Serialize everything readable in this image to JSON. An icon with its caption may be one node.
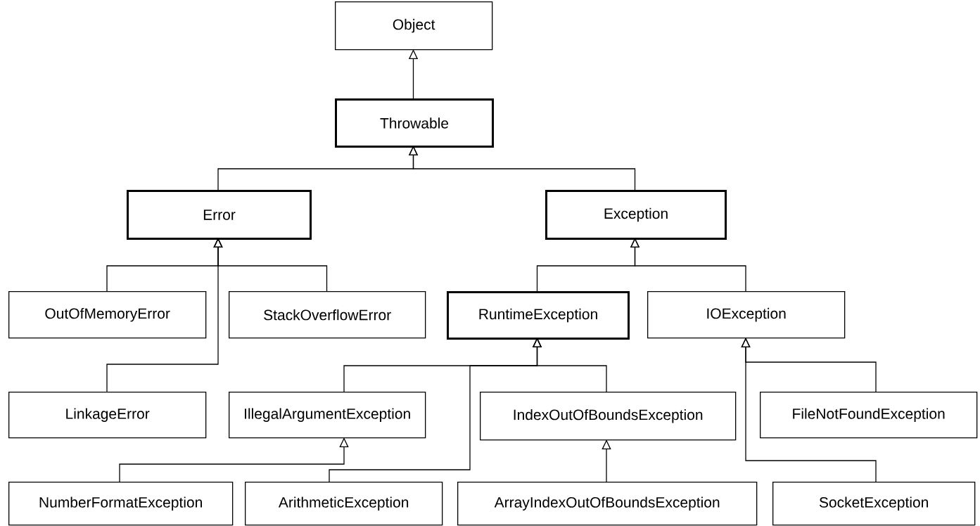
{
  "diagram": {
    "nodes": [
      {
        "text": [
          "Object"
        ]
      },
      {
        "text": [
          "Throwable"
        ]
      },
      {
        "text": [
          "Error"
        ]
      },
      {
        "text": [
          "Exception"
        ]
      },
      {
        "text": [
          "OutOfMemoryError"
        ]
      },
      {
        "text": [
          "StackOverflowError"
        ]
      },
      {
        "text": [
          "RuntimeException"
        ]
      },
      {
        "text": [
          "IOException"
        ]
      },
      {
        "text": [
          "LinkageError"
        ]
      },
      {
        "text": [
          "IllegalArgumentException"
        ]
      },
      {
        "text": [
          "IndexOutOfBoundsException"
        ]
      },
      {
        "text": [
          "FileNotFoundException"
        ]
      },
      {
        "text": [
          "NumberFormatException"
        ]
      },
      {
        "text": [
          "ArithmeticException"
        ]
      },
      {
        "text": [
          "ArrayIndexOutOfBoundsException"
        ]
      },
      {
        "text": [
          "SocketException"
        ]
      }
    ],
    "edges": [
      {
        "from": 1,
        "to": 0,
        "arrow": "to"
      },
      {
        "from": 2,
        "to": 1,
        "arrow": "to"
      },
      {
        "from": 3,
        "to": 1,
        "arrow": "to"
      },
      {
        "from": 4,
        "to": 2,
        "arrow": "to"
      },
      {
        "from": 5,
        "to": 2,
        "arrow": "to"
      },
      {
        "from": 8,
        "to": 2,
        "arrow": "to"
      },
      {
        "from": 6,
        "to": 3,
        "arrow": "to"
      },
      {
        "from": 7,
        "to": 3,
        "arrow": "to"
      },
      {
        "from": 9,
        "to": 6,
        "arrow": "to"
      },
      {
        "from": 10,
        "to": 6,
        "arrow": "to"
      },
      {
        "from": 13,
        "to": 6,
        "arrow": "to"
      },
      {
        "from": 11,
        "to": 7,
        "arrow": "to"
      },
      {
        "from": 15,
        "to": 7,
        "arrow": "to"
      },
      {
        "from": 12,
        "to": 9,
        "arrow": "to"
      },
      {
        "from": 14,
        "to": 10,
        "arrow": "to"
      }
    ]
  }
}
